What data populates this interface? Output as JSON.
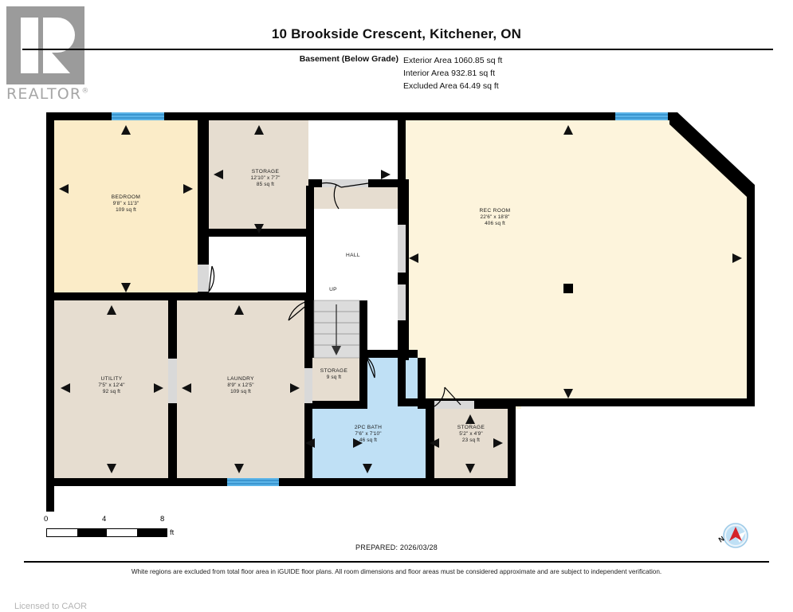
{
  "header": {
    "logo_text": "REALTOR",
    "logo_registered": "®",
    "title": "10 Brookside Crescent, Kitchener, ON",
    "floor_label": "Basement (Below Grade)",
    "areas": [
      "Exterior Area 1060.85 sq ft",
      "Interior Area 932.81 sq ft",
      "Excluded Area 64.49 sq ft"
    ]
  },
  "plan": {
    "rooms": [
      {
        "name": "BEDROOM",
        "dims": "9'8\" x 11'3\"",
        "area": "109 sq ft",
        "fill": "#fbecc8"
      },
      {
        "name": "STORAGE",
        "dims": "12'10\" x 7'7\"",
        "area": "85 sq ft",
        "fill": "#e6ddd0"
      },
      {
        "name": "REC ROOM",
        "dims": "22'6\" x 18'8\"",
        "area": "406 sq ft",
        "fill": "#fdf4dc"
      },
      {
        "name": "HALL",
        "dims": "",
        "area": "",
        "fill": "#ffffff"
      },
      {
        "name": "UTILITY",
        "dims": "7'5\" x 12'4\"",
        "area": "92 sq ft",
        "fill": "#e6ddd0"
      },
      {
        "name": "LAUNDRY",
        "dims": "8'9\" x 12'5\"",
        "area": "109 sq ft",
        "fill": "#e6ddd0"
      },
      {
        "name": "STORAGE",
        "dims": "",
        "area": "9 sq ft",
        "fill": "#e6ddd0"
      },
      {
        "name": "2PC BATH",
        "dims": "7'6\" x 7'10\"",
        "area": "46 sq ft",
        "fill": "#bfe0f5"
      },
      {
        "name": "STORAGE",
        "dims": "5'2\" x 4'9\"",
        "area": "23 sq ft",
        "fill": "#e6ddd0"
      }
    ],
    "stair_label": "UP",
    "colors": {
      "wall": "#000000",
      "window": "#4aa8e0",
      "door_opening": "#d9d9d9",
      "bath_fill": "#bfe0f5",
      "rec_fill": "#fdf4dc",
      "bedroom_fill": "#fbecc8",
      "room_fill": "#e6ddd0",
      "excluded_fill": "#ffffff"
    }
  },
  "footer": {
    "scale_ticks": [
      "0",
      "4",
      "8"
    ],
    "scale_unit": "ft",
    "prepared": "PREPARED: 2026/03/28",
    "compass_label": "N",
    "disclaimer": "White regions are excluded from total floor area in iGUIDE floor plans. All room dimensions and floor areas must be considered approximate and are subject to independent verification.",
    "licensed": "Licensed to CAOR"
  }
}
